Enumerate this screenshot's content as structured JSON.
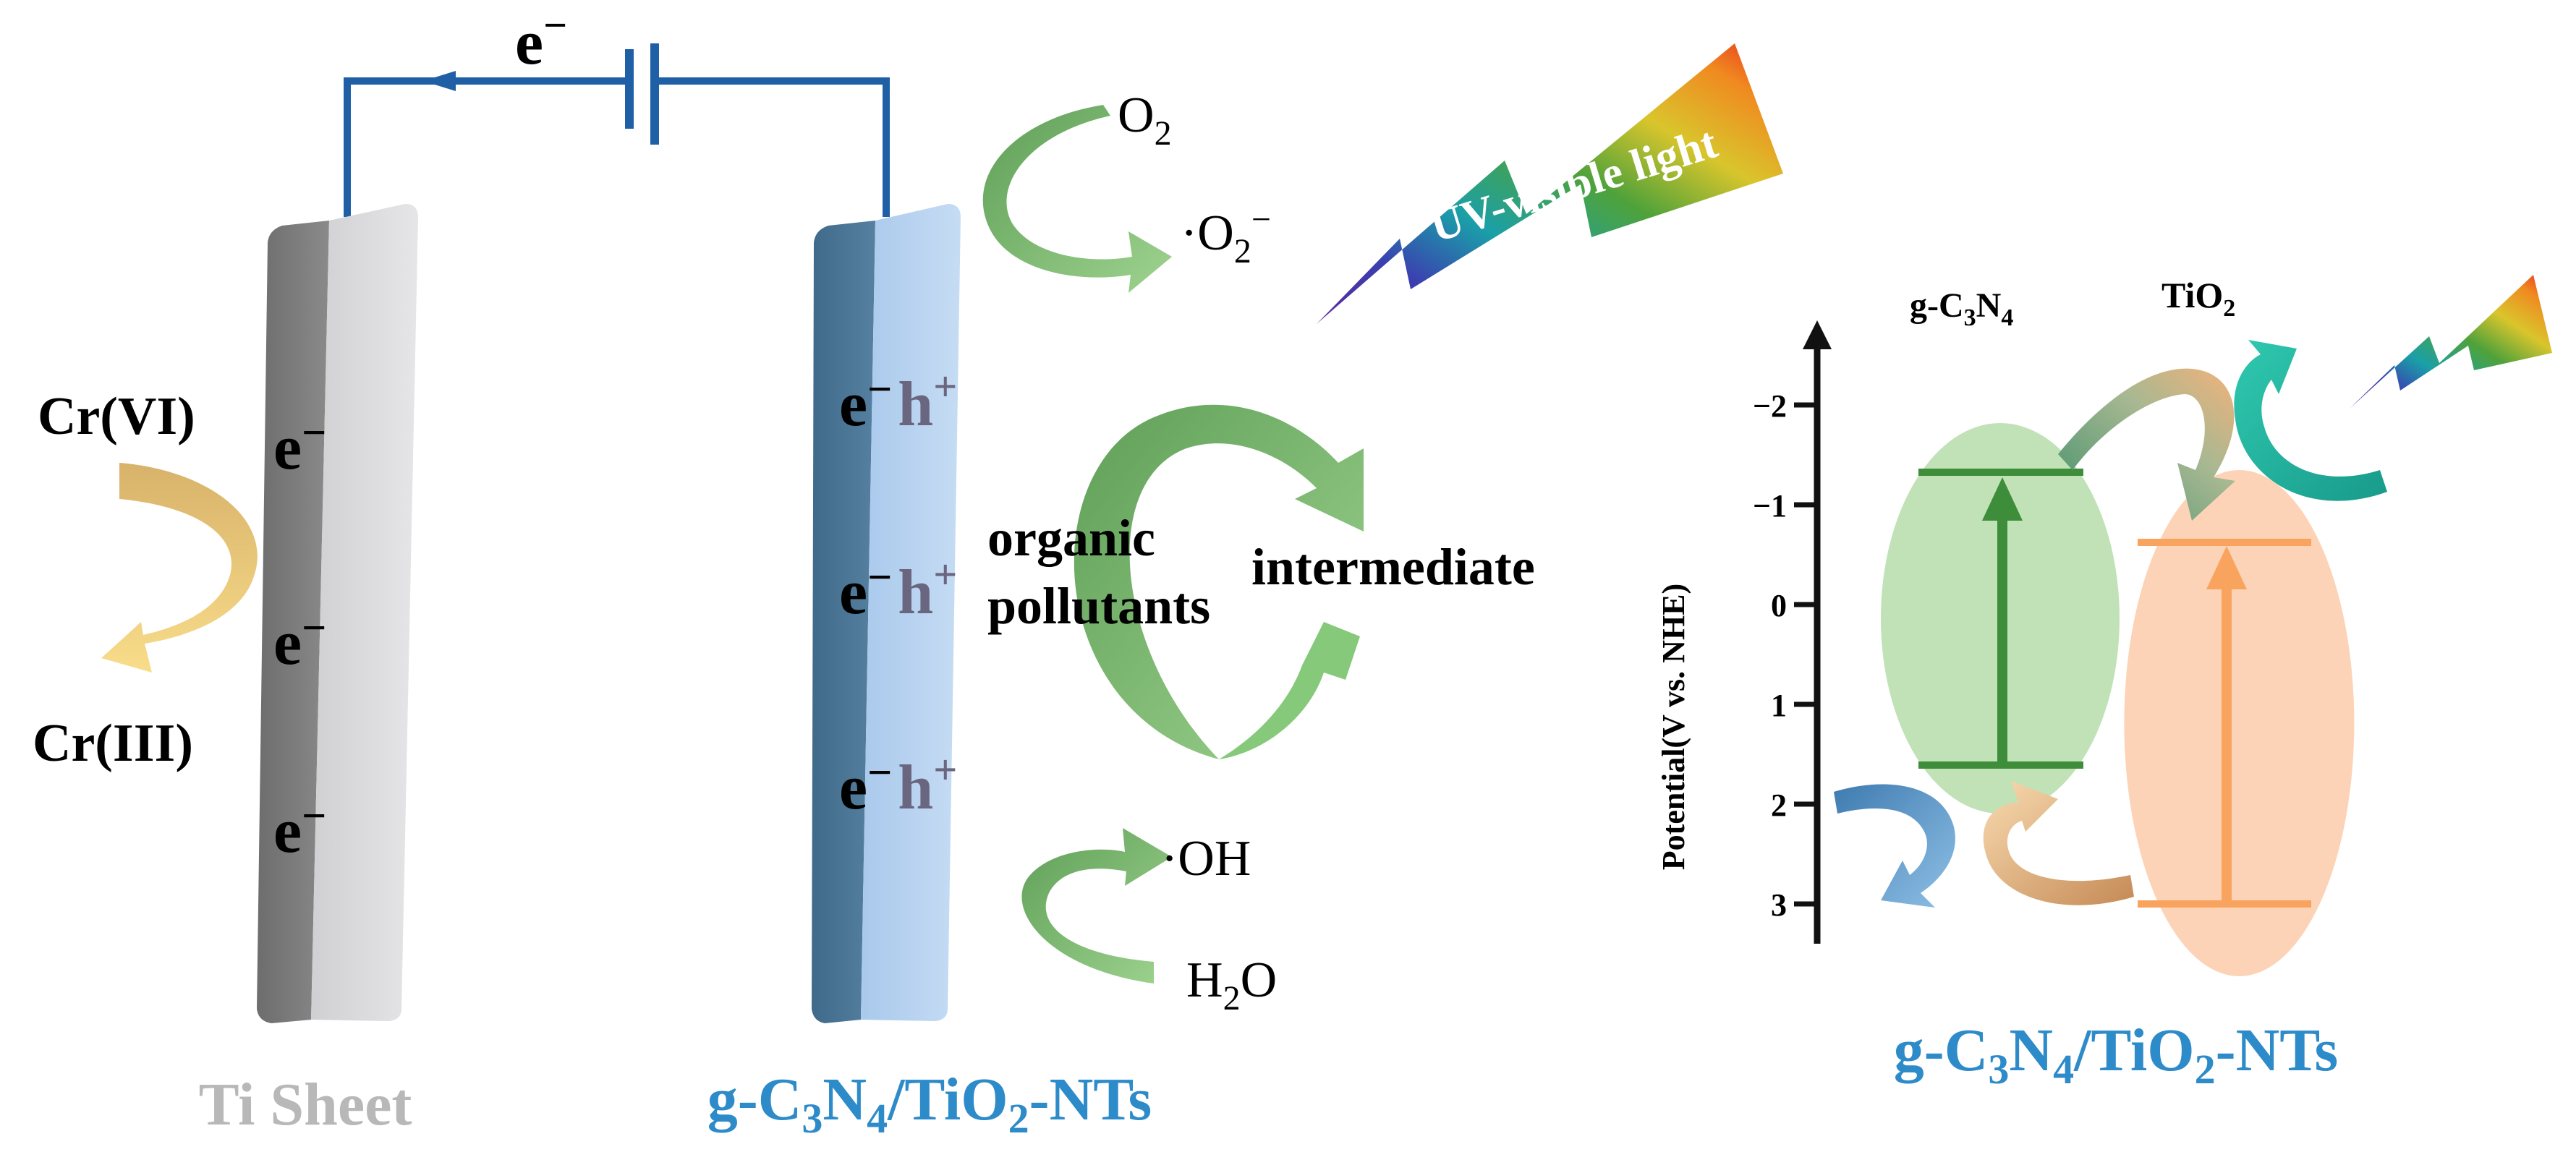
{
  "circuit": {
    "electron_label": "e",
    "minus_sign": "−"
  },
  "ti_sheet": {
    "label": "Ti Sheet",
    "electrons": [
      "e",
      "e",
      "e"
    ],
    "cr6": "Cr(VI)",
    "cr3": "Cr(III)"
  },
  "photoanode": {
    "label_prefix": "g-C",
    "label_sub1": "3",
    "label_mid": "N",
    "label_sub2": "4",
    "label_mid2": "/TiO",
    "label_sub3": "2",
    "label_suffix": "-NTs",
    "pairs": [
      {
        "electron": "e",
        "hole": "h"
      },
      {
        "electron": "e",
        "hole": "h"
      },
      {
        "electron": "e",
        "hole": "h"
      }
    ],
    "plus_sign": "+"
  },
  "reactions": {
    "o2": "O",
    "o2_sub": "2",
    "superoxide_dot": "·O",
    "superoxide_sub": "2",
    "superoxide_charge": "−",
    "hydroxyl": "·OH",
    "water_h": "H",
    "water_sub": "2",
    "water_o": "O",
    "organic_line1": "organic",
    "organic_line2": "pollutants",
    "intermediate": "intermediate"
  },
  "light": {
    "label": "UV-visible light"
  },
  "band_diagram": {
    "gcn_label_prefix": "g-C",
    "gcn_sub1": "3",
    "gcn_mid": "N",
    "gcn_sub2": "4",
    "tio2_prefix": "TiO",
    "tio2_sub": "2",
    "axis_label": "Potential(V vs. NHE)",
    "ticks": [
      "−2",
      "−1",
      "0",
      "1",
      "2",
      "3"
    ],
    "caption_prefix": "g-C",
    "caption_sub1": "3",
    "caption_mid": "N",
    "caption_sub2": "4",
    "caption_mid2": "/TiO",
    "caption_sub3": "2",
    "caption_suffix": "-NTs"
  },
  "colors": {
    "wire": "#1f5fa5",
    "caption_blue": "#2e8bc9",
    "ti_grey": "#b8b8b8",
    "green_dark": "#3e8d3a",
    "green_light": "#8ecf80",
    "orange": "#f8b47b",
    "hole_grey": "#6b6680"
  }
}
